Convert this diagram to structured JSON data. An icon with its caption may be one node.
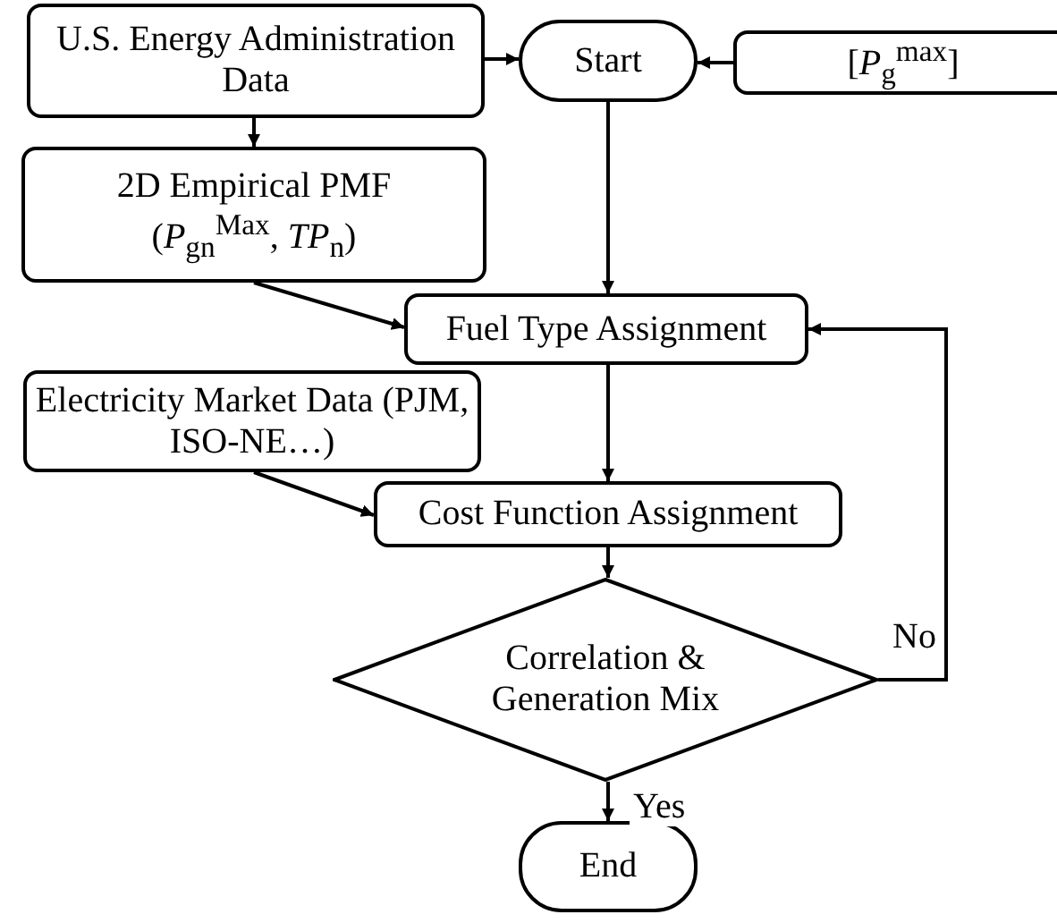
{
  "diagram": {
    "nodes": [
      {
        "text": [
          "U.S. Energy Administration Data"
        ]
      },
      {
        "text": [
          "Start"
        ]
      },
      {
        "text": [
          "[*P*$_{g}$$^{max}$]"
        ]
      },
      {
        "text": [
          "2D Empirical PMF",
          "(*P*$_{gn}$$^{Max}$, *TP*$_{n}$)"
        ]
      },
      {
        "text": [
          "Fuel Type Assignment"
        ]
      },
      {
        "text": [
          "Electricity Market Data (PJM, ISO-NE…)"
        ]
      },
      {
        "text": [
          "Cost Function Assignment"
        ]
      },
      {
        "text": [
          "Correlation & Generation Mix"
        ]
      },
      {
        "text": [
          "End"
        ]
      }
    ],
    "edges": [
      {
        "from": 0,
        "to": 1,
        "arrow": "to"
      },
      {
        "from": 2,
        "to": 1,
        "arrow": "to"
      },
      {
        "from": 0,
        "to": 3,
        "arrow": "to"
      },
      {
        "from": 1,
        "to": 4,
        "arrow": "to"
      },
      {
        "from": 3,
        "to": 4,
        "arrow": "to"
      },
      {
        "from": 4,
        "to": 6,
        "arrow": "to"
      },
      {
        "from": 5,
        "to": 6,
        "arrow": "to"
      },
      {
        "from": 6,
        "to": 7,
        "arrow": "to"
      },
      {
        "from": 7,
        "to": 4,
        "label": "No",
        "arrow": "to"
      },
      {
        "from": 7,
        "to": 8,
        "label": "Yes",
        "arrow": "to"
      }
    ]
  }
}
